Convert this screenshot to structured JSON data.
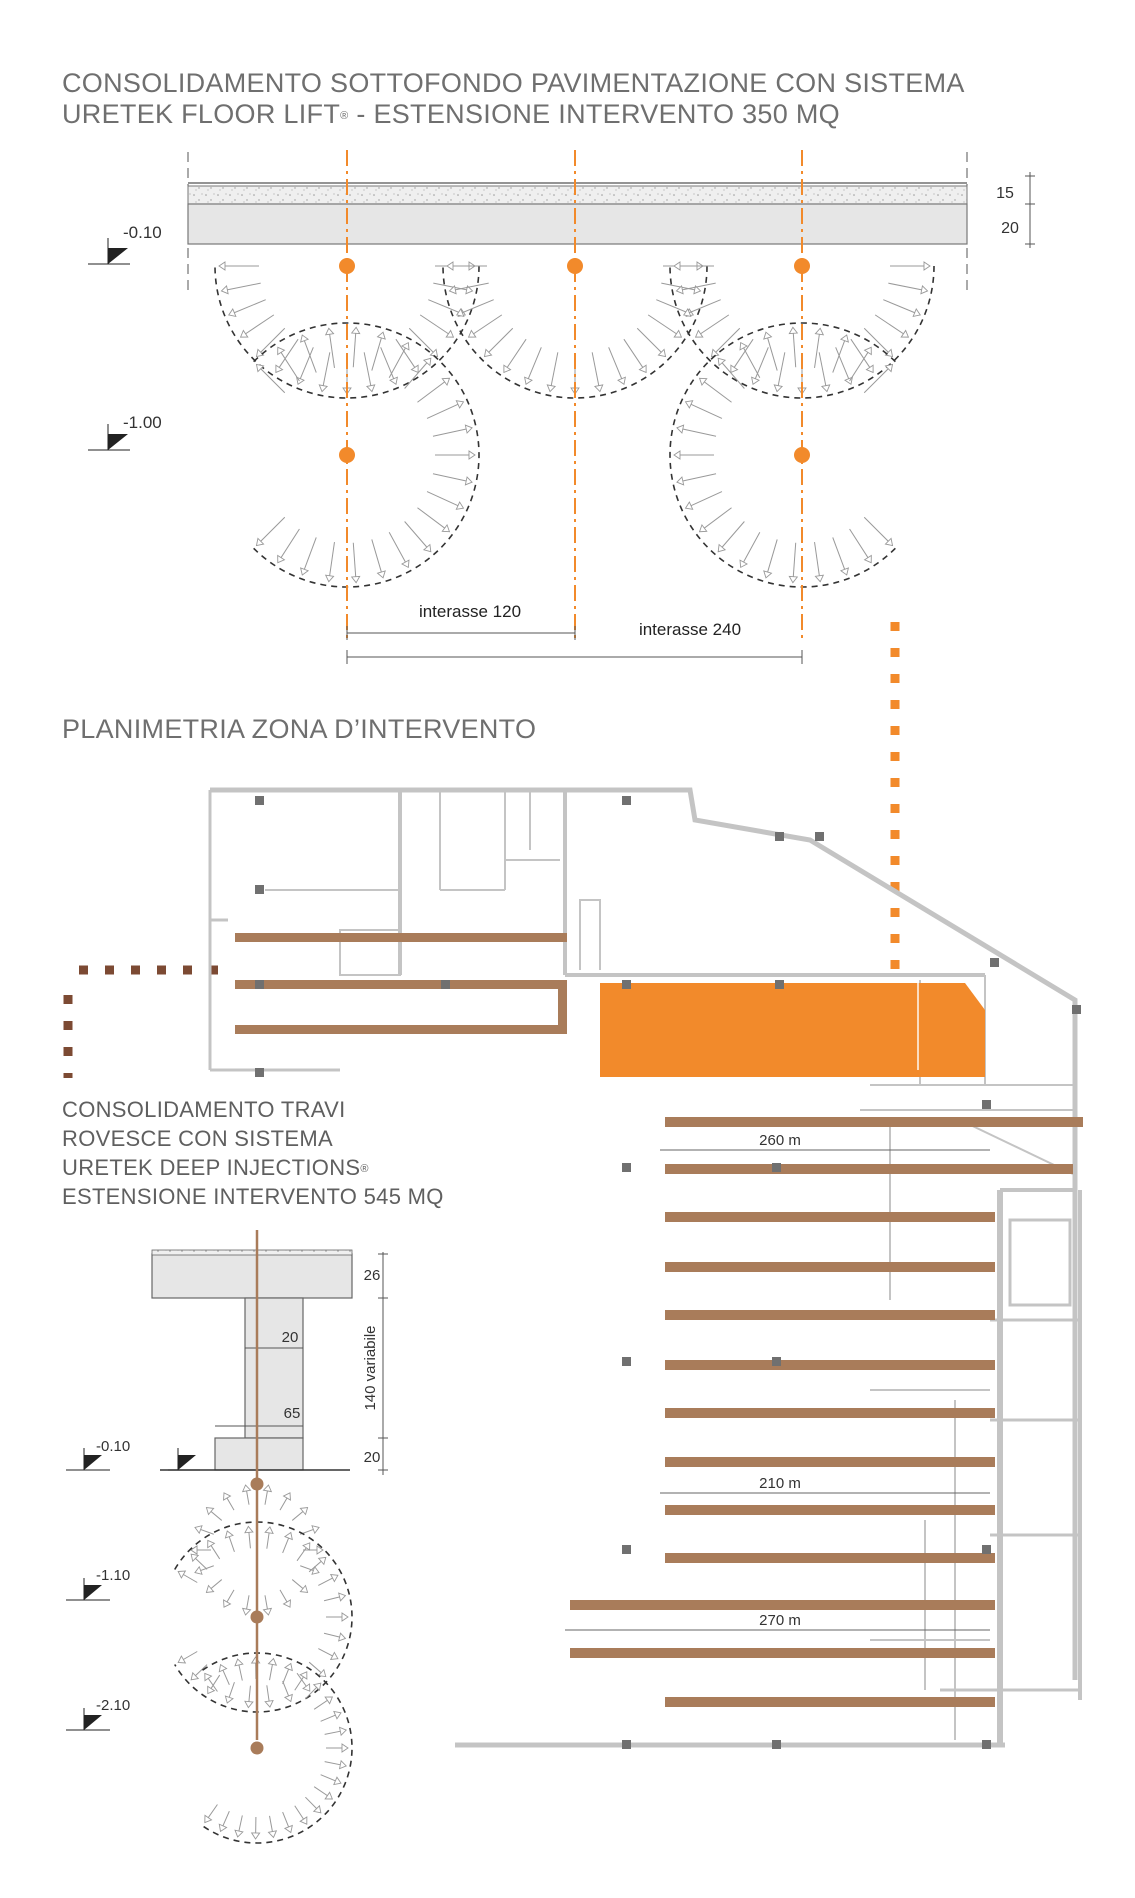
{
  "section1": {
    "title_line1": "CONSOLIDAMENTO SOTTOFONDO PAVIMENTAZIONE CON SISTEMA",
    "title_line2a": "URETEK FLOOR LIFT",
    "title_line2_reg": "®",
    "title_line2b": " - ESTENSIONE INTERVENTO 350 MQ",
    "dim_top": "15",
    "dim_bottom": "20",
    "level_1": "-0.10",
    "level_2": "-1.00",
    "spacing_1": "interasse 120",
    "spacing_2": "interasse 240"
  },
  "section2": {
    "title": "PLANIMETRIA ZONA D’INTERVENTO",
    "dim_1": "260 m",
    "dim_2": "210 m",
    "dim_3": "270 m"
  },
  "section3": {
    "title_line1": "CONSOLIDAMENTO TRAVI",
    "title_line2": "ROVESCE CON SISTEMA",
    "title_line3a": "URETEK DEEP INJECTIONS",
    "title_line3_reg": "®",
    "title_line4": "ESTENSIONE INTERVENTO 545 MQ",
    "dim_26": "26",
    "dim_20_web": "20",
    "dim_65": "65",
    "dim_20_base": "20",
    "dim_variable": "140 variabile",
    "level_1": "-0.10",
    "level_2": "-1.10",
    "level_3": "-2.10"
  },
  "colors": {
    "orange": "#f28a2b",
    "brown": "#a97c5a",
    "wall": "#c4c4c4",
    "text": "#6f6f6f"
  }
}
